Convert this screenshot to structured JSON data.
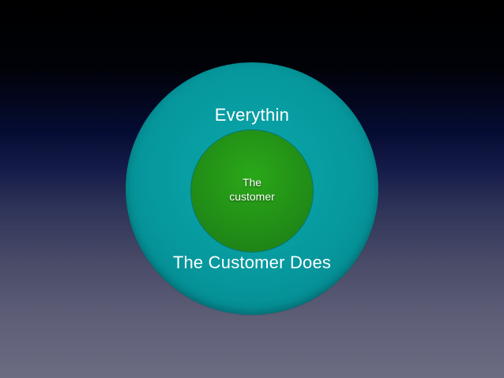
{
  "diagram": {
    "outer": {
      "label_top": "Everythin",
      "label_bottom": "The Customer Does",
      "color": "#06989d"
    },
    "inner": {
      "label_line1": "The",
      "label_line2": "customer",
      "color": "#228f17"
    }
  }
}
